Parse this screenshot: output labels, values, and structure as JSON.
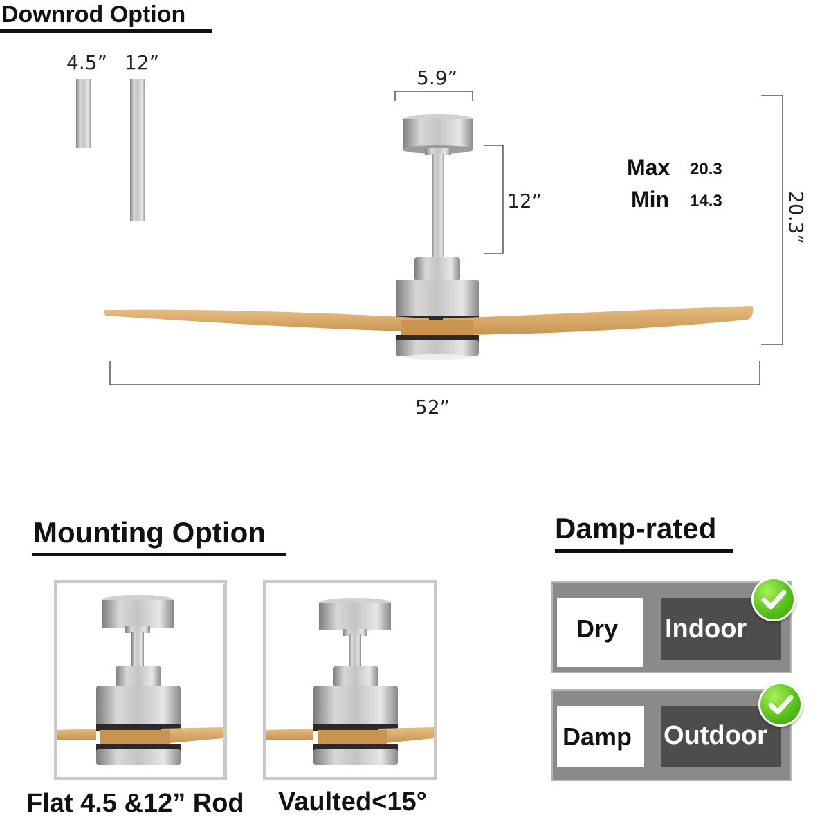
{
  "downrod": {
    "title": "Downrod  Option",
    "short_label": "4.5”",
    "long_label": "12”"
  },
  "dimensions": {
    "canopy_width": "5.9”",
    "rod_length": "12”",
    "span": "52”",
    "total_height": "20.3”",
    "max_label": "Max",
    "max_value": "20.3",
    "min_label": "Min",
    "min_value": "14.3"
  },
  "mounting": {
    "title": "Mounting Option",
    "flat_caption": "Flat 4.5 &12” Rod",
    "vaulted_caption": "Vaulted<15°"
  },
  "damp": {
    "title": "Damp-rated",
    "rows": [
      {
        "left": "Dry",
        "right": "Indoor",
        "checked": true
      },
      {
        "left": "Damp",
        "right": "Outdoor",
        "checked": true
      }
    ]
  },
  "colors": {
    "metal": "#b9b9b9",
    "wood": "#d9aa68",
    "dark_panel": "#4d4d4d",
    "check": "#58c21a"
  },
  "icons": [
    "check-icon"
  ]
}
